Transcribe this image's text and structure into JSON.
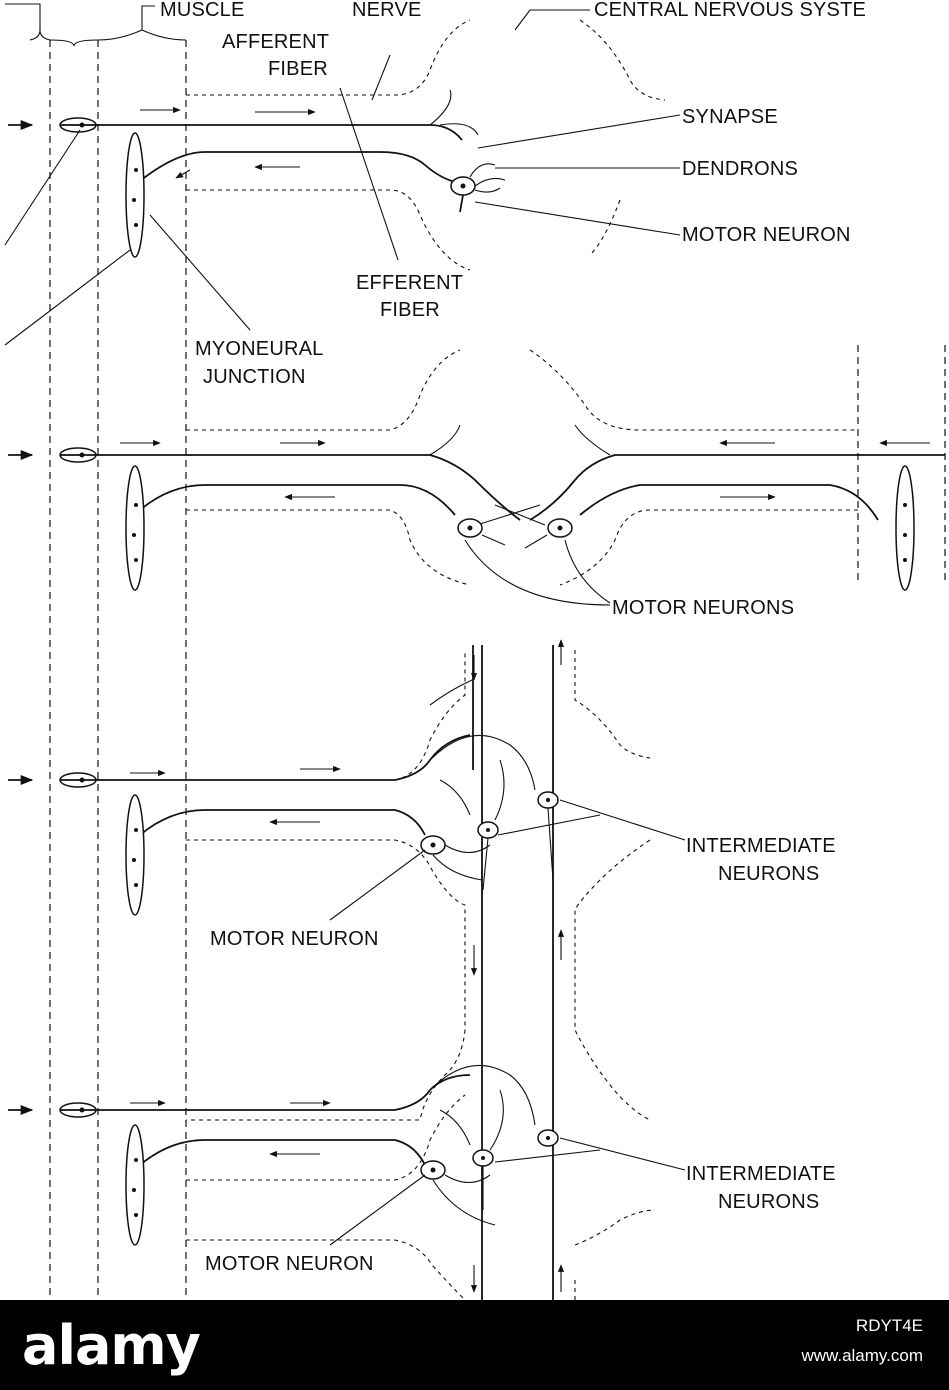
{
  "labels": {
    "muscle": "MUSCLE",
    "nerve": "NERVE",
    "cns": "CENTRAL NERVOUS SYSTE",
    "afferent_1": "AFFERENT",
    "afferent_2": "FIBER",
    "synapse": "SYNAPSE",
    "dendrons": "DENDRONS",
    "motor_neuron_top": "MOTOR NEURON",
    "efferent_1": "EFFERENT",
    "efferent_2": "FIBER",
    "myoneural_1": "MYONEURAL",
    "myoneural_2": "JUNCTION",
    "motor_neurons": "MOTOR NEURONS",
    "intermediate_1a": "INTERMEDIATE",
    "intermediate_1b": "NEURONS",
    "motor_neuron_3": "MOTOR NEURON",
    "intermediate_2a": "INTERMEDIATE",
    "intermediate_2b": "NEURONS",
    "motor_neuron_4": "MOTOR NEURON"
  },
  "watermark": {
    "brand": "alamy",
    "image_id": "RDYT4E",
    "site": "www.alamy.com"
  }
}
